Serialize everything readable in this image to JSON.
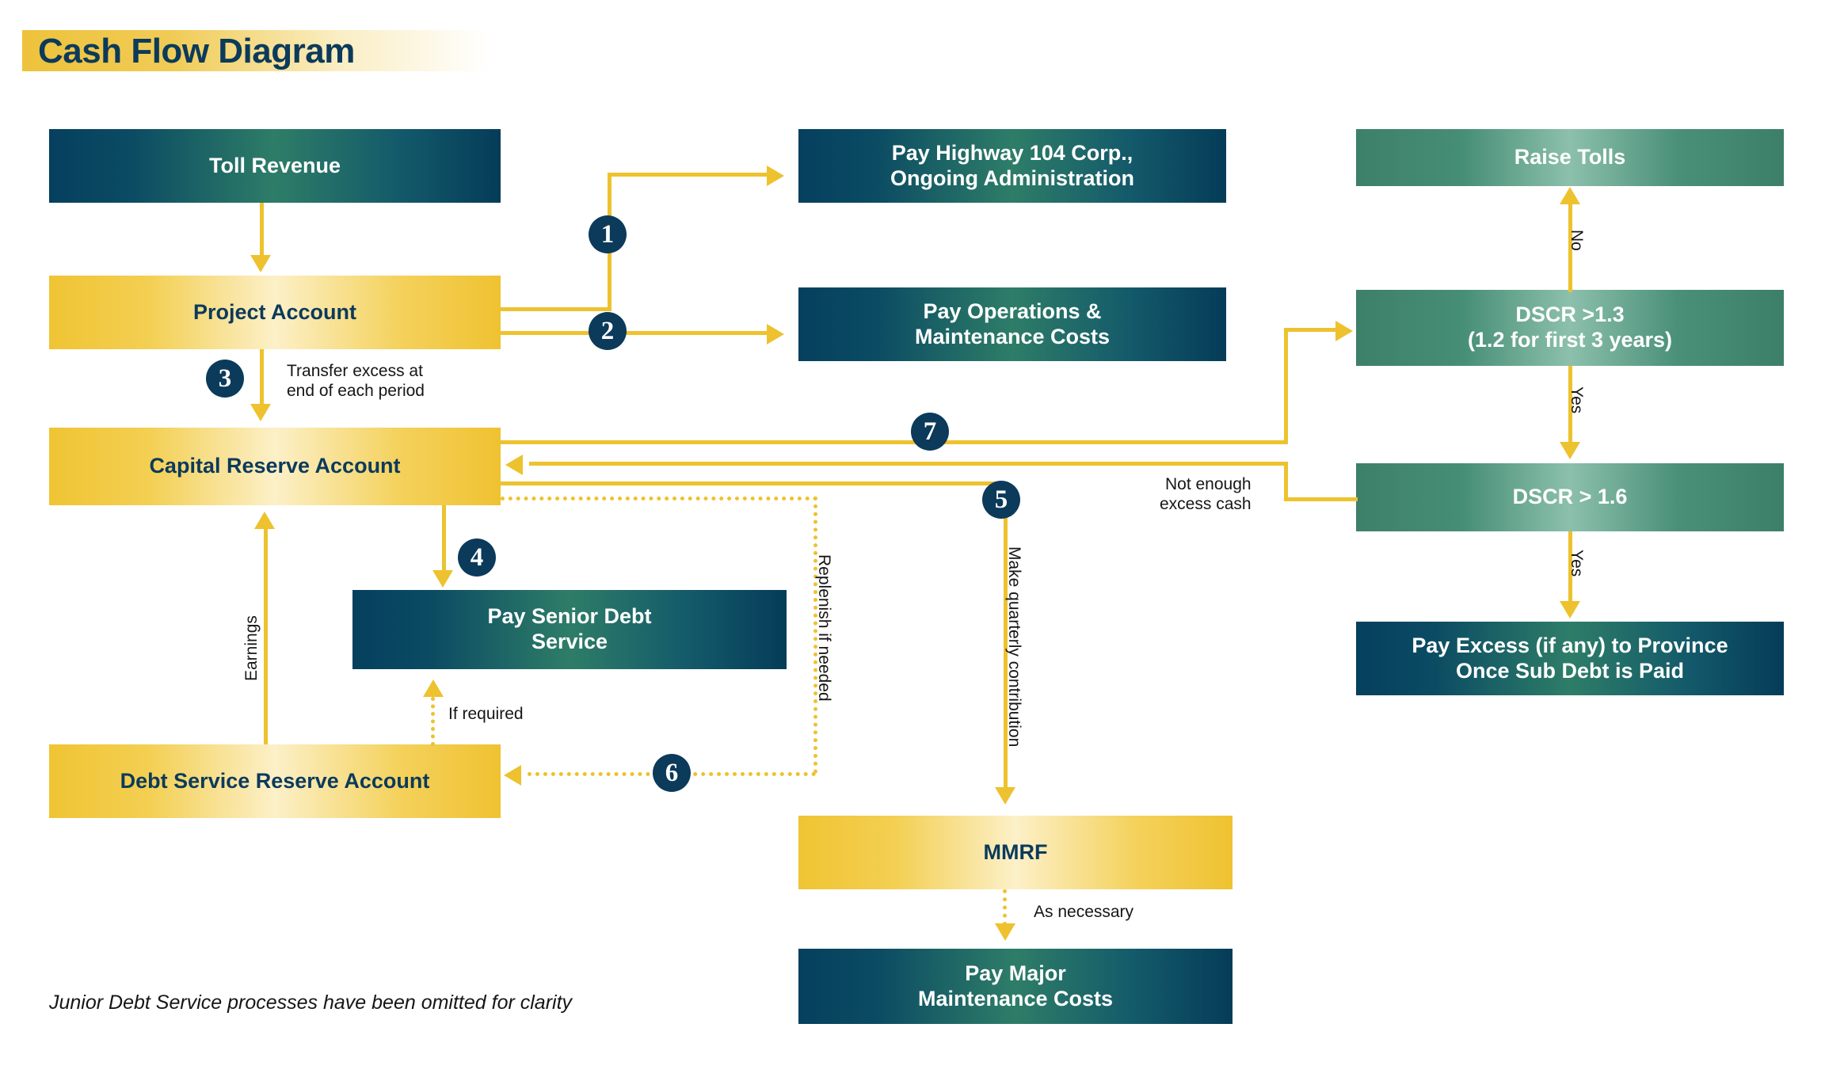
{
  "title": "Cash Flow Diagram",
  "footnote": "Junior Debt Service processes have been omitted for clarity",
  "colors": {
    "gold": "#edc22e",
    "navy": "#0b3a5b",
    "green": "#3d8069",
    "white": "#ffffff"
  },
  "nodes": {
    "toll_revenue": "Toll Revenue",
    "project_account": "Project Account",
    "capital_reserve_account": "Capital Reserve Account",
    "debt_service_reserve_account": "Debt Service Reserve Account",
    "pay_highway_104": "Pay Highway 104 Corp.,\nOngoing Administration",
    "pay_operations": "Pay Operations &\nMaintenance Costs",
    "pay_senior_debt": "Pay Senior Debt\nService",
    "mmrf": "MMRF",
    "pay_major_maintenance": "Pay Major\nMaintenance Costs",
    "raise_tolls": "Raise Tolls",
    "dscr_13": "DSCR >1.3\n(1.2 for first 3 years)",
    "dscr_16": "DSCR > 1.6",
    "pay_excess": "Pay Excess (if any) to Province\nOnce Sub Debt is Paid"
  },
  "markers": {
    "m1": "1",
    "m2": "2",
    "m3": "3",
    "m4": "4",
    "m5": "5",
    "m6": "6",
    "m7": "7"
  },
  "annotations": {
    "transfer_excess": "Transfer excess at\nend of each period",
    "earnings": "Earnings",
    "if_required": "If required",
    "replenish": "Replenish if needed",
    "make_quarterly": "Make quarterly contribution",
    "as_necessary": "As necessary",
    "not_enough": "Not enough\nexcess cash",
    "no": "No",
    "yes_1": "Yes",
    "yes_2": "Yes"
  },
  "chart_data": {
    "type": "diagram",
    "title": "Cash Flow Diagram",
    "flow_steps": [
      {
        "n": "1",
        "from": "Project Account",
        "to": "Pay Highway 104 Corp., Ongoing Administration"
      },
      {
        "n": "2",
        "from": "Project Account",
        "to": "Pay Operations & Maintenance Costs"
      },
      {
        "n": "3",
        "from": "Project Account",
        "to": "Capital Reserve Account",
        "label": "Transfer excess at end of each period"
      },
      {
        "n": "4",
        "from": "Capital Reserve Account",
        "to": "Pay Senior Debt Service"
      },
      {
        "n": "5",
        "from": "Capital Reserve Account",
        "to": "MMRF",
        "label": "Make quarterly contribution"
      },
      {
        "n": "6",
        "from": "Capital Reserve Account",
        "to": "Debt Service Reserve Account",
        "label": "Replenish if needed",
        "style": "dotted"
      },
      {
        "n": "7",
        "from": "Capital Reserve Account",
        "to": "DSCR >1.3 (1.2 for first 3 years)"
      }
    ],
    "decisions": [
      {
        "node": "DSCR >1.3 (1.2 for first 3 years)",
        "no": "Raise Tolls",
        "yes": "DSCR > 1.6"
      },
      {
        "node": "DSCR > 1.6",
        "yes": "Pay Excess (if any) to Province Once Sub Debt is Paid",
        "other": "Not enough excess cash → Capital Reserve Account"
      }
    ]
  }
}
